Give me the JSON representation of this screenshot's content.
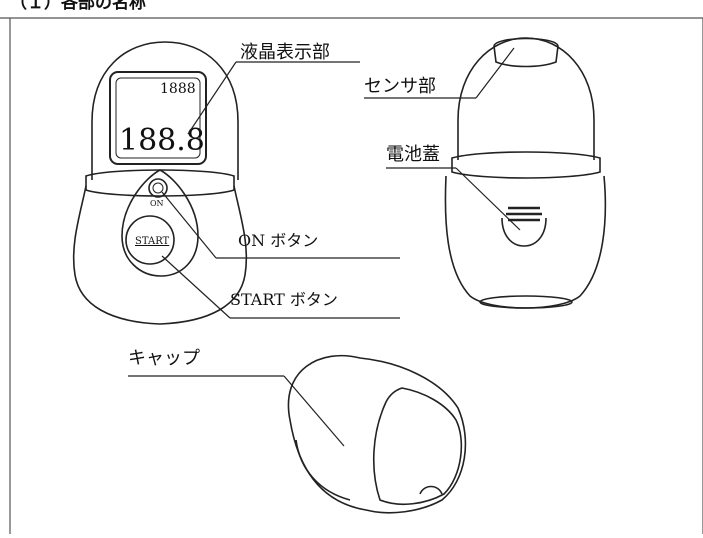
{
  "header": {
    "text": "（１）各部の名称"
  },
  "labels": {
    "display": "液晶表示部",
    "sensor": "センサ部",
    "battery_cover": "電池蓋",
    "on_button": "ON ボタン",
    "start_button": "START ボタン",
    "cap": "キャップ"
  },
  "device_markings": {
    "on_text": "ON",
    "start_text": "START",
    "lcd_digits_small": "1888",
    "lcd_digits_large": "188.8"
  }
}
